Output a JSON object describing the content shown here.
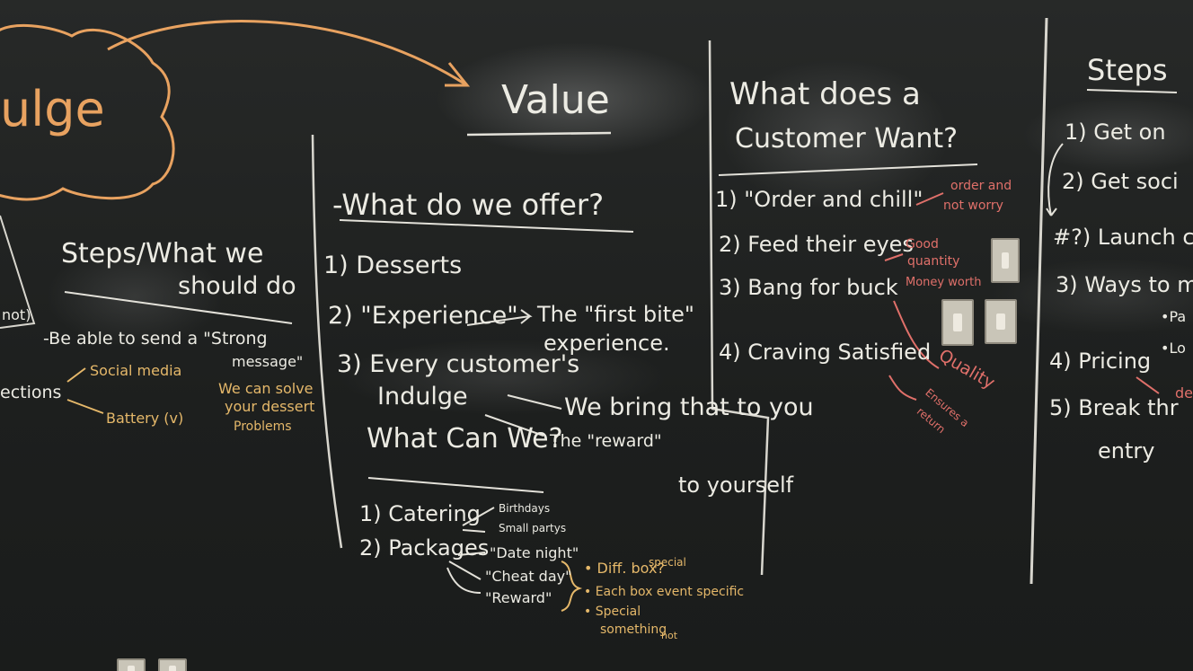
{
  "cloud": {
    "fragment": "ulge"
  },
  "value_heading": "Value",
  "offer": {
    "heading": "-What do we offer?",
    "items": [
      "1) Desserts",
      "2) \"Experience\"",
      "3) Every customer's",
      "Indulge"
    ],
    "experience_note": "The \"first bite\"",
    "experience_note2": "experience.",
    "bring": "We bring that to you",
    "reward_a": "The \"reward\"",
    "reward_b": "to yourself"
  },
  "what_can_we": {
    "heading": "What Can We?",
    "catering": "1) Catering",
    "birthdays": "Birthdays",
    "small_parties": "Small partys",
    "packages": "2) Packages",
    "date_night": "\"Date night\"",
    "cheat_day": "\"Cheat day\"",
    "reward": "\"Reward\"",
    "diff_box": "• Diff. box?",
    "special": "special",
    "each_box": "• Each box event specific",
    "special_something": "• Special",
    "something": "something",
    "not": "not"
  },
  "steps_left": {
    "heading_a": "Steps/What we",
    "heading_b": "should do",
    "not": "not)",
    "be_able_a": "-Be able to send a \"Strong",
    "be_able_b": "message\"",
    "connections": "ections",
    "social_media": "Social media",
    "battery": "Battery (v)",
    "solve_a": "We can solve",
    "solve_b": "your dessert",
    "solve_c": "Problems"
  },
  "customer": {
    "heading_a": "What does a",
    "heading_b": "Customer Want?",
    "items": [
      "1) \"Order and chill\"",
      "2) Feed their eyes",
      "3) Bang for buck",
      "4) Craving Satisfied"
    ],
    "order_note_a": "order and",
    "order_note_b": "not worry",
    "good_a": "Good",
    "good_b": "quantity",
    "money": "Money worth",
    "quality": "Quality",
    "ensures_a": "Ensures a",
    "ensures_b": "return"
  },
  "steps_right": {
    "heading": "Steps",
    "items": [
      "1) Get on",
      "2) Get soci",
      "#?) Launch c",
      "3) Ways to m",
      "4) Pricing",
      "5) Break thr"
    ],
    "pa": "•Pa",
    "lo": "•Lo",
    "de": "de",
    "entry": "entry"
  },
  "colors": {
    "board": "#1f2120",
    "chalk_white": "#ecebe3",
    "chalk_yellow": "#e5b86a",
    "chalk_pink": "#e0706a",
    "chalk_orange": "#e8a260"
  }
}
